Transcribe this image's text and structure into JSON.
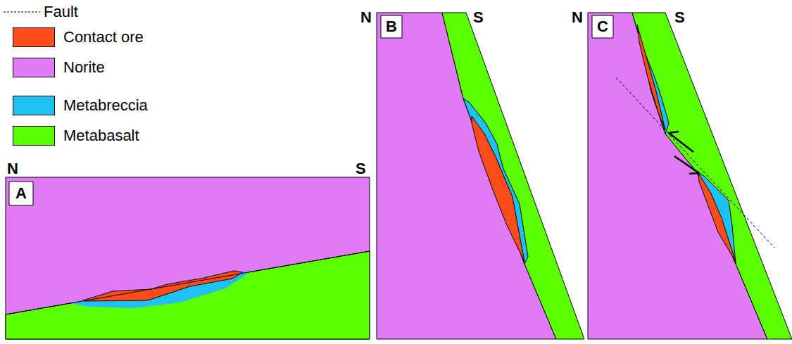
{
  "diagram": {
    "labels": [
      "N",
      "S",
      "N",
      "S",
      "N",
      "S",
      "A",
      "B",
      "C"
    ],
    "legend": [
      {
        "text": "Fault"
      },
      {
        "text": "Contact ore",
        "color": "#ff4c1a"
      },
      {
        "text": "Norite",
        "color": "#e07af5"
      },
      {
        "text": "Metabreccia",
        "color": "#1ec1f2"
      },
      {
        "text": "Metabasalt",
        "color": "#5cff00"
      }
    ]
  }
}
